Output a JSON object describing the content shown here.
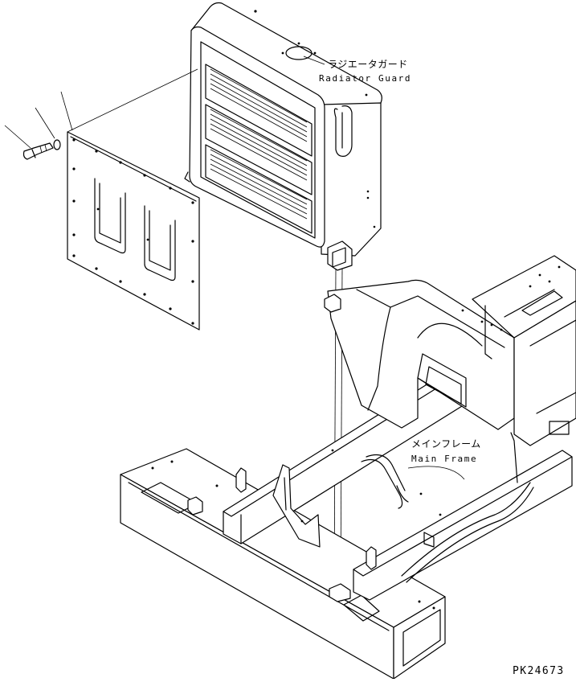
{
  "labels": {
    "radiator_guard_jp": "ラジエータガード",
    "radiator_guard_en": "Radiator Guard",
    "main_frame_jp": "メインフレーム",
    "main_frame_en": "Main Frame"
  },
  "drawing_code": "PK24673"
}
